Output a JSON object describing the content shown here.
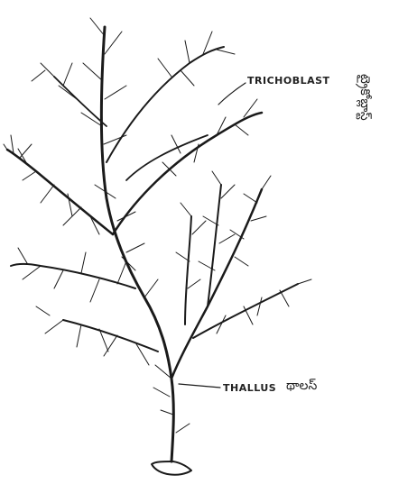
{
  "labels": {
    "trichoblast_en": "TRICHOBLAST",
    "trichoblast_te": "ట్రైకోబ్లాస్ట్",
    "thallus_en": "THALLUS",
    "thallus_te": "థాలస్"
  },
  "colors": {
    "ink": "#1a1a1a",
    "background": "#ffffff"
  }
}
